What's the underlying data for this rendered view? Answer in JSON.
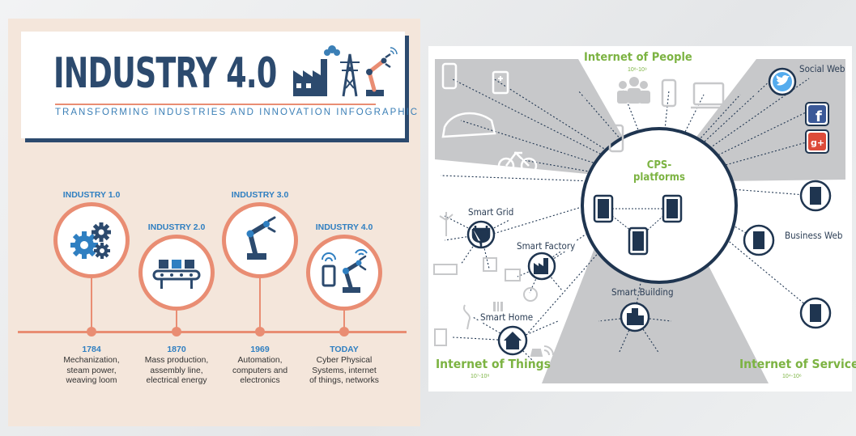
{
  "left": {
    "title": "INDUSTRY 4.0",
    "subtitle": "TRANSFORMING INDUSTRIES AND INNOVATION INFOGRAPHIC",
    "eras": [
      {
        "label": "INDUSTRY 1.0",
        "year": "1784",
        "desc": [
          "Mechanization,",
          "steam power,",
          "weaving loom"
        ],
        "icon": "gears-icon"
      },
      {
        "label": "INDUSTRY 2.0",
        "year": "1870",
        "desc": [
          "Mass production,",
          "assembly line,",
          "electrical energy"
        ],
        "icon": "conveyor-belt-icon"
      },
      {
        "label": "INDUSTRY 3.0",
        "year": "1969",
        "desc": [
          "Automation,",
          "computers and",
          "electronics"
        ],
        "icon": "robot-arm-icon"
      },
      {
        "label": "INDUSTRY 4.0",
        "year": "TODAY",
        "desc": [
          "Cyber Physical",
          "Systems, internet",
          "of things, networks"
        ],
        "icon": "connected-robot-icon"
      }
    ],
    "colors": {
      "navy": "#2c4a6e",
      "coral": "#e98d73",
      "blue": "#2f7fc1",
      "background": "#f4e6db"
    }
  },
  "right": {
    "center": {
      "line1": "CPS-",
      "line2": "platforms"
    },
    "people": {
      "title": "Internet of People",
      "range": "10⁸-10⁹"
    },
    "things": {
      "title": "Internet of Things",
      "range": "10⁷-10⁸"
    },
    "services": {
      "title": "Internet of Services",
      "range": "10⁴-10⁶"
    },
    "nodes": {
      "social_web": "Social Web",
      "business_web": "Business Web",
      "smart_grid": "Smart Grid",
      "smart_factory": "Smart Factory",
      "smart_building": "Smart Building",
      "smart_home": "Smart Home"
    },
    "colors": {
      "green": "#7cb342",
      "navy": "#1f3550",
      "gray": "#c7c8ca",
      "twitter": "#55acee",
      "facebook": "#3b5998",
      "google": "#dd4b39"
    }
  }
}
